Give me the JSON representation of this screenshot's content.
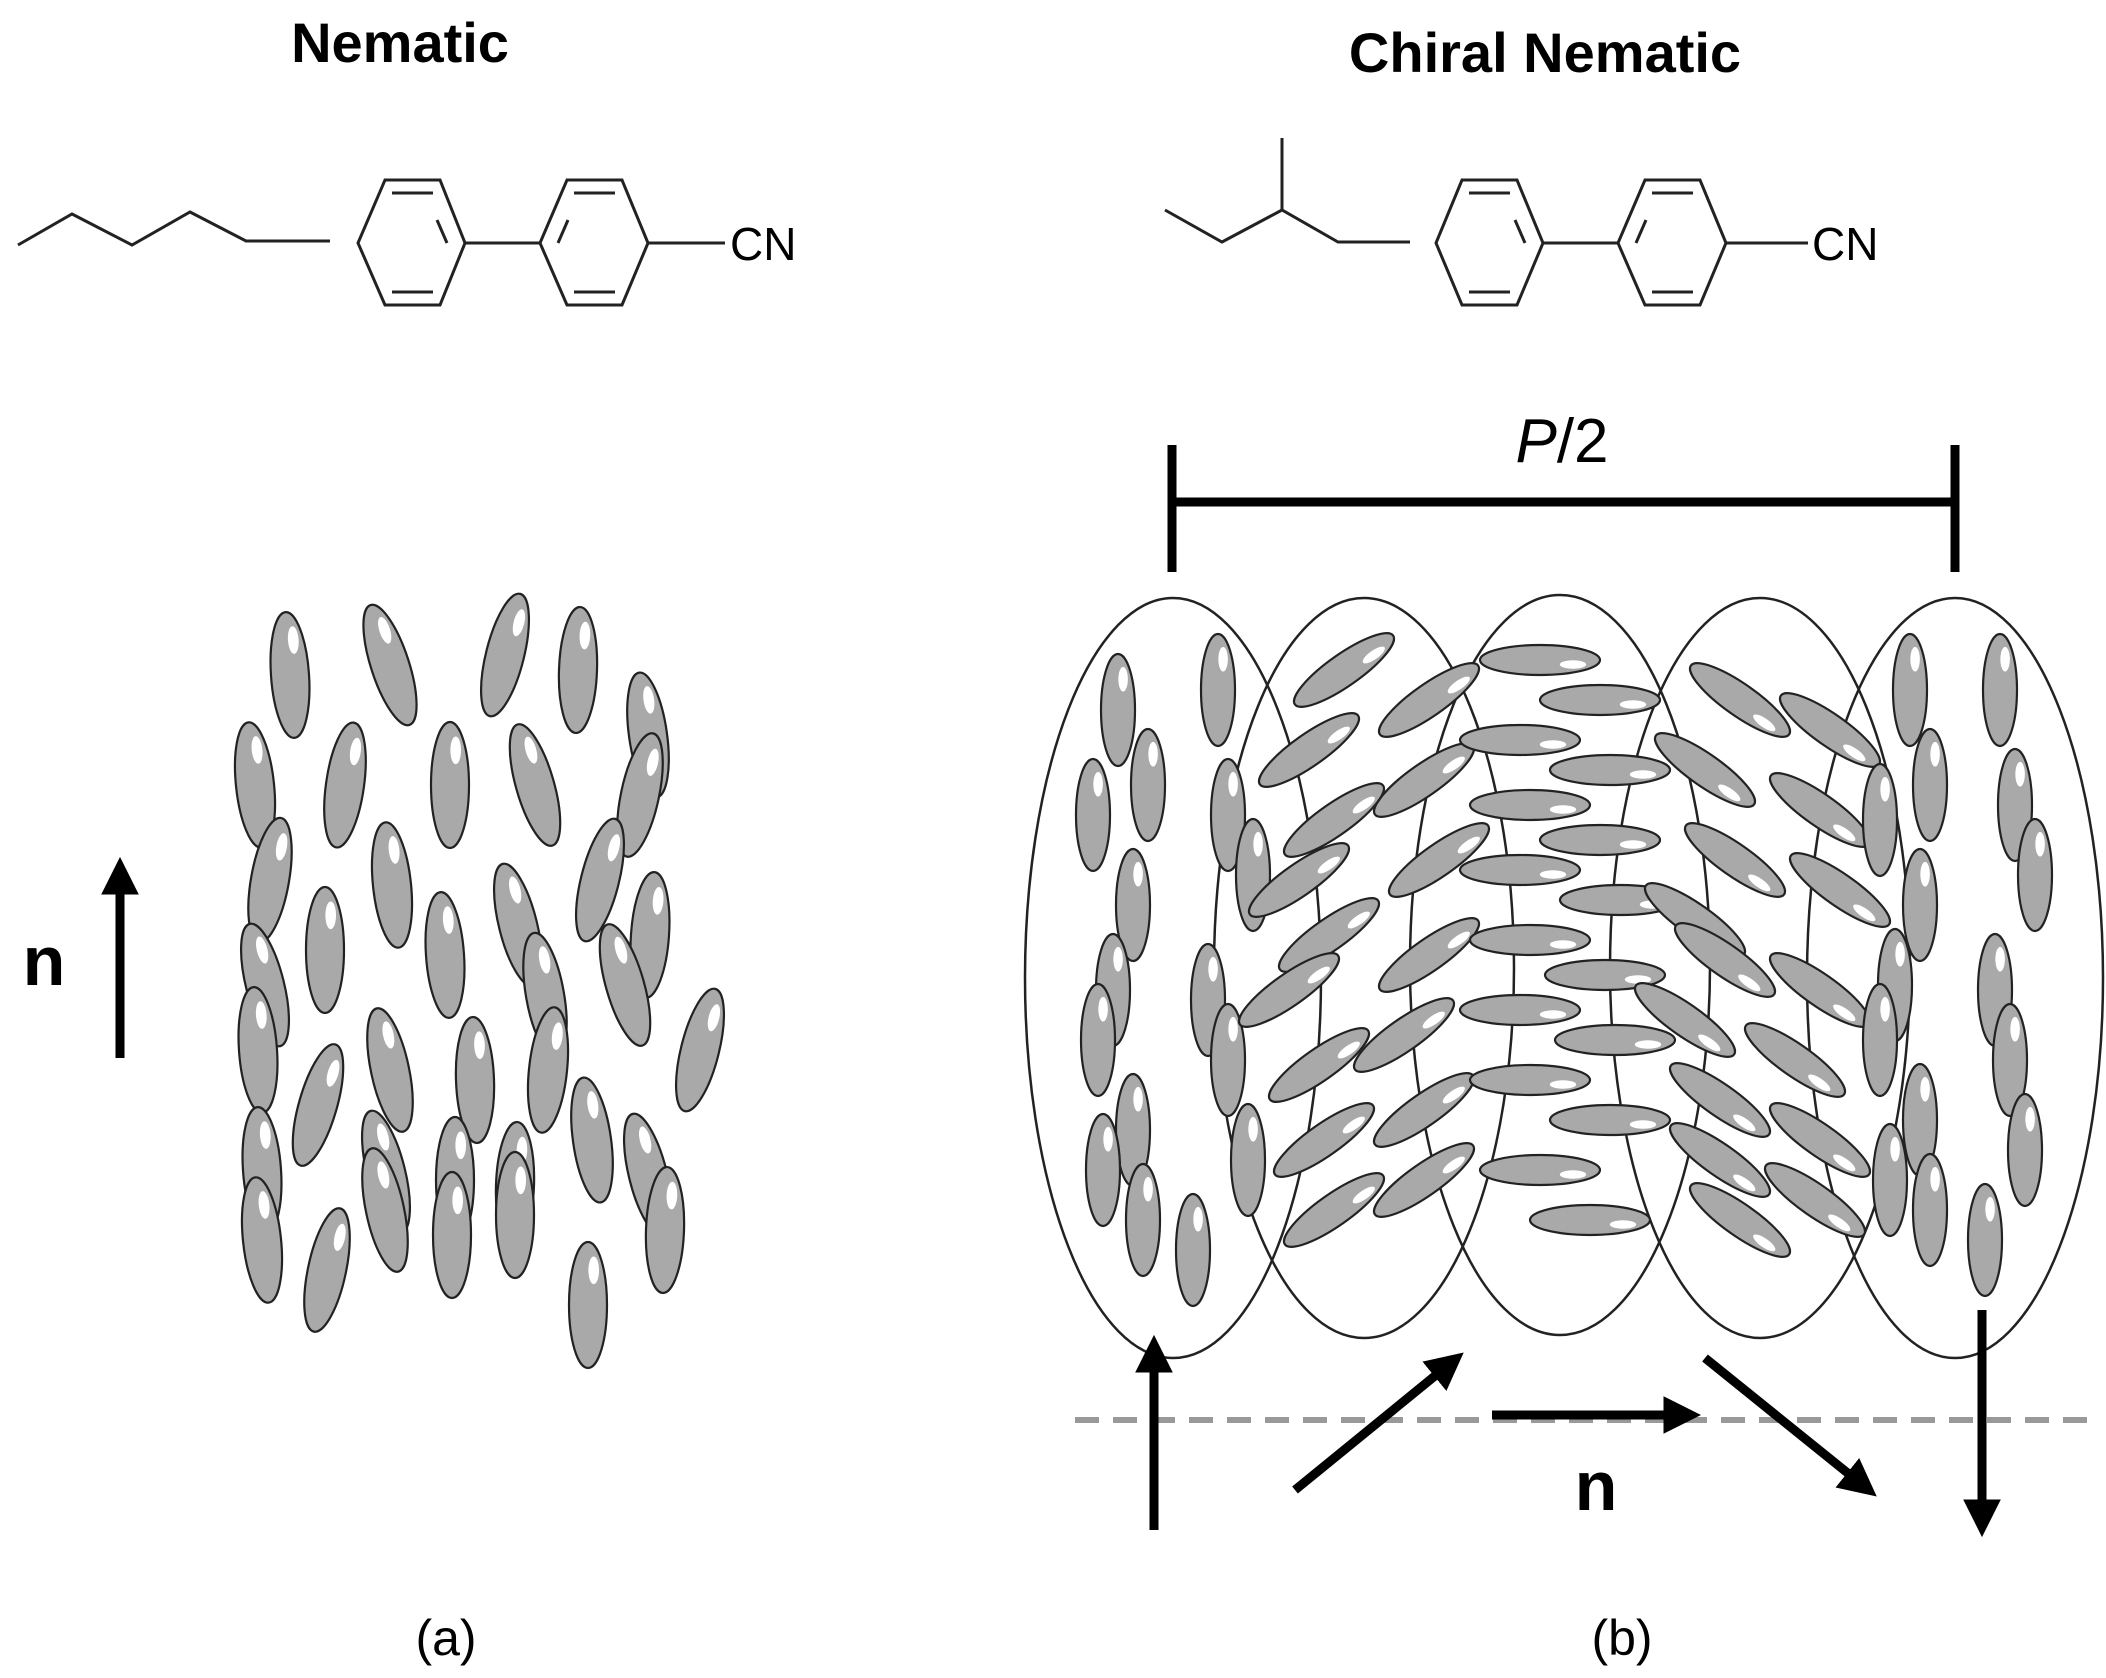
{
  "panel_a": {
    "title": "Nematic",
    "substituent": "CN",
    "director_label": "n",
    "caption": "(a)"
  },
  "panel_b": {
    "title": "Chiral Nematic",
    "substituent": "CN",
    "pitch_label_italic": "P",
    "pitch_label_rest": "/2",
    "director_label": "n",
    "caption": "(b)"
  },
  "colors": {
    "molecule_fill": "#a9a9a9",
    "outline": "#222222",
    "dashed_line": "#999999"
  }
}
